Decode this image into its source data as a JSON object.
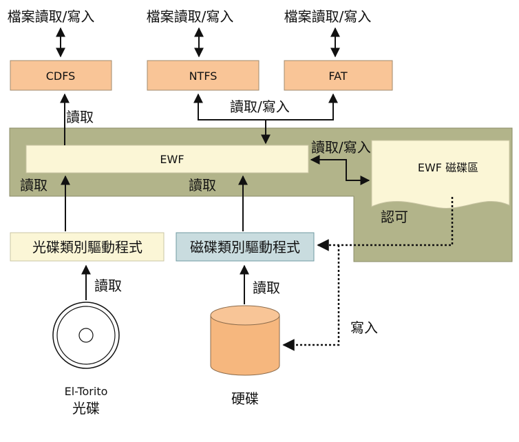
{
  "colors": {
    "olive": "#b2b48a",
    "olive_border": "#8b8d68",
    "peach": "#f9c597",
    "peach_border": "#a08a6c",
    "pale_yellow": "#fbf6d6",
    "driver_blue": "#c9dcdf",
    "disk_orange": "#f6b77e",
    "line": "#111111"
  },
  "file_labels": {
    "cdfs": "檔案讀取/寫入",
    "ntfs": "檔案讀取/寫入",
    "fat": "檔案讀取/寫入"
  },
  "filesystems": {
    "cdfs": "CDFS",
    "ntfs": "NTFS",
    "fat": "FAT"
  },
  "edge_labels": {
    "cdfs_read": "讀取",
    "fs_readwrite": "讀取/寫入",
    "overlay_readwrite": "讀取/寫入",
    "left_read": "讀取",
    "center_read": "讀取",
    "approve": "認可",
    "cd_read": "讀取",
    "hdd_read": "讀取",
    "write": "寫入"
  },
  "ewf": {
    "bar": "EWF",
    "volume": "EWF 磁碟區"
  },
  "drivers": {
    "cd": "光碟類別驅動程式",
    "disk": "磁碟類別驅動程式"
  },
  "devices": {
    "cd_line1": "El-Torito",
    "cd_line2": "光碟",
    "hdd": "硬碟"
  },
  "icons": {
    "cd": "cd-disc-icon",
    "hdd": "hard-disk-cylinder-icon"
  }
}
